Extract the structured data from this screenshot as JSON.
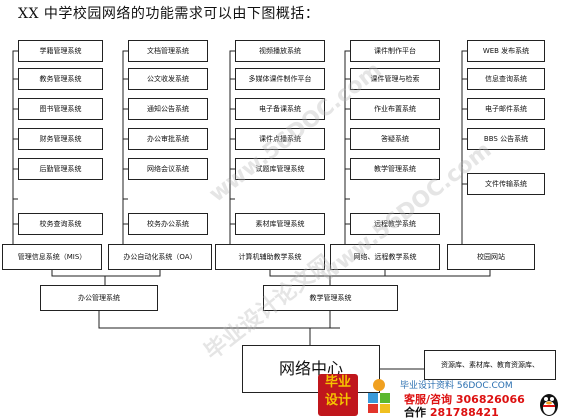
{
  "title": "XX 中学校园网络的功能需求可以由下图概括：",
  "columns": [
    {
      "items": [
        "学籍管理系统",
        "教务管理系统",
        "图书管理系统",
        "财务管理系统",
        "后勤管理系统",
        "校务查询系统"
      ],
      "bottom": "管理信息系统（MIS）"
    },
    {
      "items": [
        "文档管理系统",
        "公文收发系统",
        "通知公告系统",
        "办公审批系统",
        "网络会议系统",
        "校务办公系统"
      ],
      "bottom": "办公自动化系统（OA）"
    },
    {
      "items": [
        "视频播放系统",
        "多媒体课件制作平台",
        "电子备课系统",
        "课件点播系统",
        "试题库管理系统",
        "素材库管理系统"
      ],
      "bottom": "计算机辅助教学系统"
    },
    {
      "items": [
        "课件制作平台",
        "课件管理与检索",
        "作业布置系统",
        "答疑系统",
        "教学管理系统",
        "远程教学系统"
      ],
      "bottom": "网络、远程教学系统"
    },
    {
      "items": [
        "WEB 发布系统",
        "信息查询系统",
        "电子邮件系统",
        "BBS 公告系统",
        "文件传输系统"
      ],
      "bottom": "校园网站"
    }
  ],
  "level2": [
    "办公管理系统",
    "教学管理系统"
  ],
  "center": "网络中心",
  "resource": "资源库、素材库、教育资源库、",
  "watermark": [
    "www.56DOC.com",
    "www.56DOC.com",
    "毕业设计论文网"
  ],
  "footer": {
    "logo_line1": "毕业",
    "logo_line2": "设计",
    "line1": "毕业设计资料 56DOC.COM",
    "line2_label": "客服/咨询",
    "line2_num": "306826066",
    "line3_label": "合作",
    "line3_num": "281788421"
  }
}
